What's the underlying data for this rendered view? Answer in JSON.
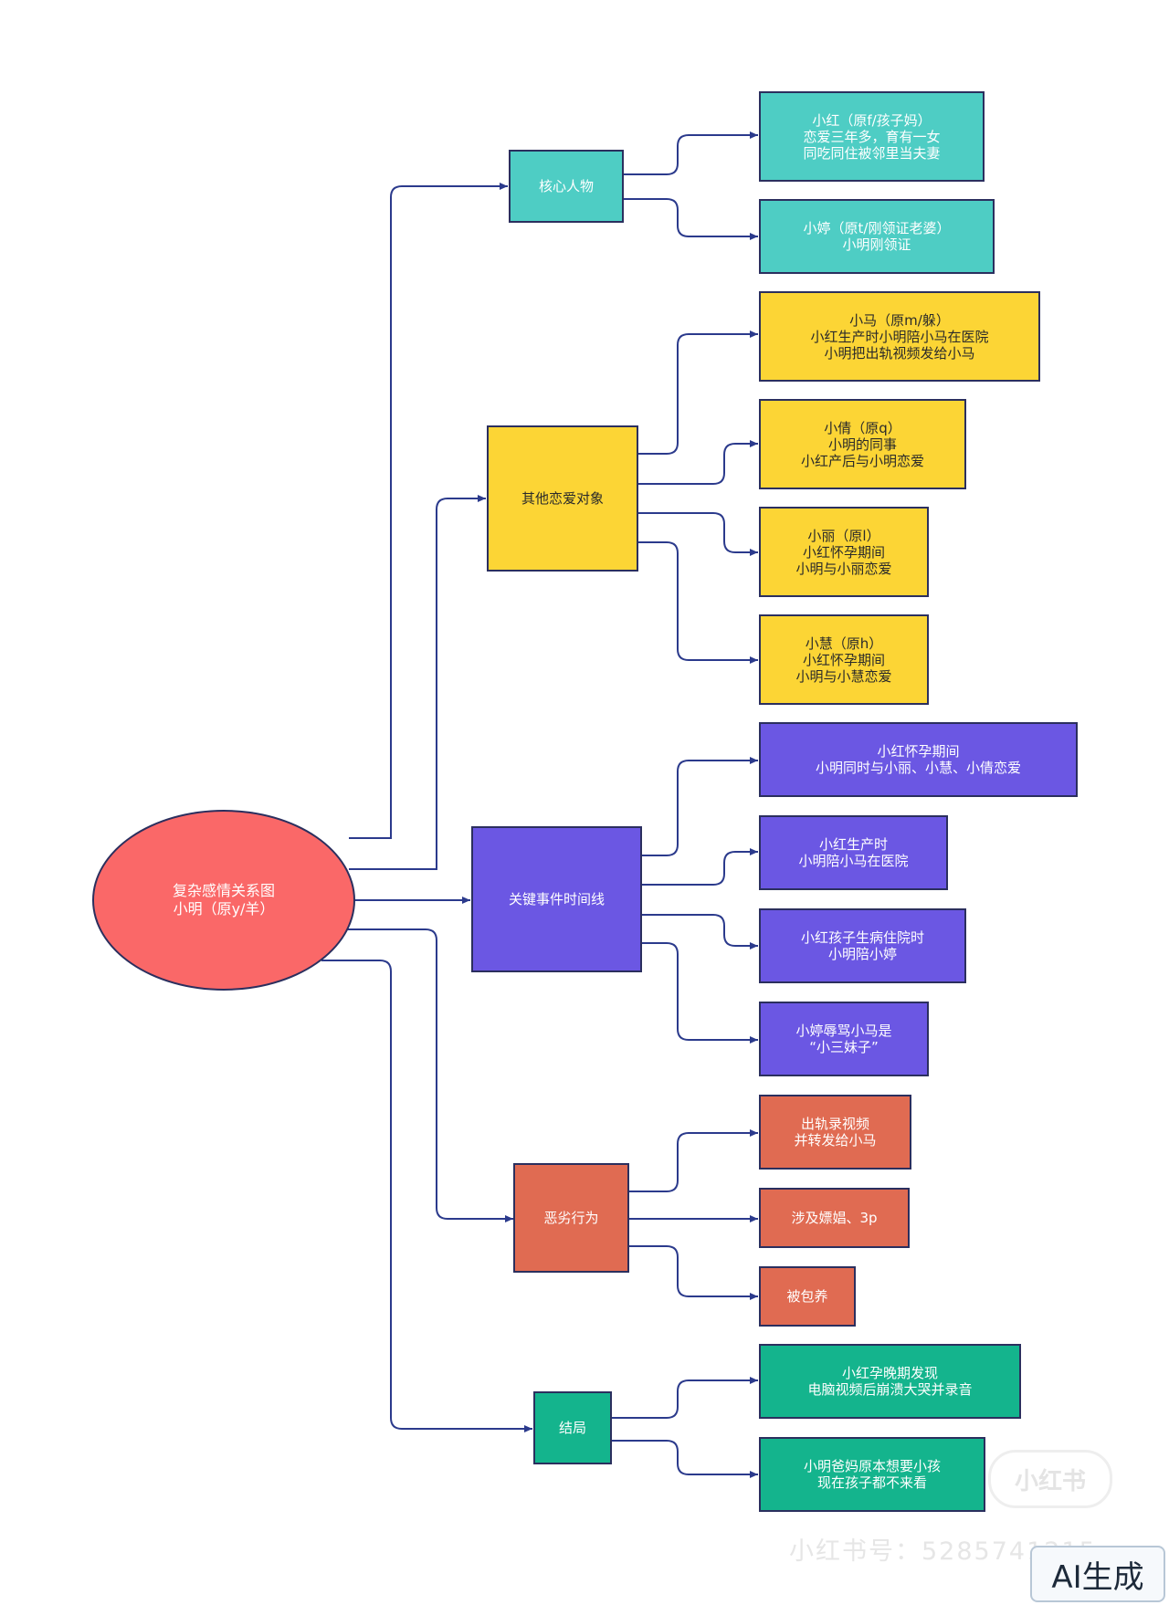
{
  "root": {
    "lines": [
      "复杂感情关系图",
      "小明（原y/羊）"
    ]
  },
  "branches": [
    {
      "label": "核心人物",
      "color": "#4ecdc4",
      "children": [
        {
          "lines": [
            "小红（原f/孩子妈）",
            "恋爱三年多，育有一女",
            "同吃同住被邻里当夫妻"
          ]
        },
        {
          "lines": [
            "小婷（原t/刚领证老婆）",
            "小明刚领证"
          ]
        }
      ]
    },
    {
      "label": "其他恋爱对象",
      "color": "#fcd535",
      "children": [
        {
          "lines": [
            "小马（原m/躲）",
            "小红生产时小明陪小马在医院",
            "小明把出轨视频发给小马"
          ]
        },
        {
          "lines": [
            "小倩（原q）",
            "小明的同事",
            "小红产后与小明恋爱"
          ]
        },
        {
          "lines": [
            "小丽（原l）",
            "小红怀孕期间",
            "小明与小丽恋爱"
          ]
        },
        {
          "lines": [
            "小慧（原h）",
            "小红怀孕期间",
            "小明与小慧恋爱"
          ]
        }
      ]
    },
    {
      "label": "关键事件时间线",
      "color": "#6b57e3",
      "children": [
        {
          "lines": [
            "小红怀孕期间",
            "小明同时与小丽、小慧、小倩恋爱"
          ]
        },
        {
          "lines": [
            "小红生产时",
            "小明陪小马在医院"
          ]
        },
        {
          "lines": [
            "小红孩子生病住院时",
            "小明陪小婷"
          ]
        },
        {
          "lines": [
            "小婷辱骂小马是",
            "“小三妹子”"
          ]
        }
      ]
    },
    {
      "label": "恶劣行为",
      "color": "#e06b52",
      "children": [
        {
          "lines": [
            "出轨录视频",
            "并转发给小马"
          ]
        },
        {
          "lines": [
            "涉及嫖娼、3p"
          ]
        },
        {
          "lines": [
            "被包养"
          ]
        }
      ]
    },
    {
      "label": "结局",
      "color": "#14b48d",
      "children": [
        {
          "lines": [
            "小红孕晚期发现",
            "电脑视频后崩溃大哭并录音"
          ]
        },
        {
          "lines": [
            "小明爸妈原本想要小孩",
            "现在孩子都不来看"
          ]
        }
      ]
    }
  ],
  "watermark": {
    "account": "小红书号：5285741215",
    "logo": "小红书"
  },
  "badge": "AI生成"
}
